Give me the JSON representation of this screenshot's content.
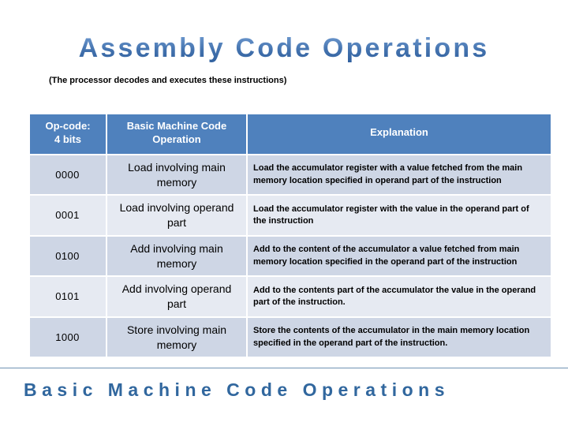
{
  "slide": {
    "title": "Assembly Code Operations",
    "subtitle": "(The processor decodes and executes these instructions)",
    "footer": "Basic Machine Code Operations",
    "colors": {
      "title_blue": "#4F81BD",
      "header_blue": "#4F81BD",
      "row_dark": "#CED6E5",
      "row_light": "#E6EAF2",
      "footer_blue": "#31679E",
      "rule": "#6F92B3"
    }
  },
  "table": {
    "headers": [
      "Op-code:\n4 bits",
      "Basic Machine Code\nOperation",
      "Explanation"
    ],
    "header_opcode_line1": "Op-code:",
    "header_opcode_line2": "4 bits",
    "header_operation_line1": "Basic Machine Code",
    "header_operation_line2": "Operation",
    "header_explanation": "Explanation",
    "rows": [
      {
        "opcode": "0000",
        "operation": "Load involving main memory",
        "explanation": "Load the accumulator register with a value fetched from the main memory location specified in operand part of the instruction"
      },
      {
        "opcode": "0001",
        "operation": "Load involving operand part",
        "explanation": "Load the accumulator register with  the value in the operand part of the instruction"
      },
      {
        "opcode": "0100",
        "operation": "Add involving main memory",
        "explanation": "Add to the content of the accumulator a value fetched from main memory location specified in the operand part of the instruction"
      },
      {
        "opcode": "0101",
        "operation": "Add involving operand part",
        "explanation": "Add to the contents part of the accumulator the value in the operand part of the instruction."
      },
      {
        "opcode": "1000",
        "operation": "Store involving main memory",
        "explanation": "Store the contents of the accumulator in the main memory location specified in the operand part of the instruction."
      }
    ]
  }
}
